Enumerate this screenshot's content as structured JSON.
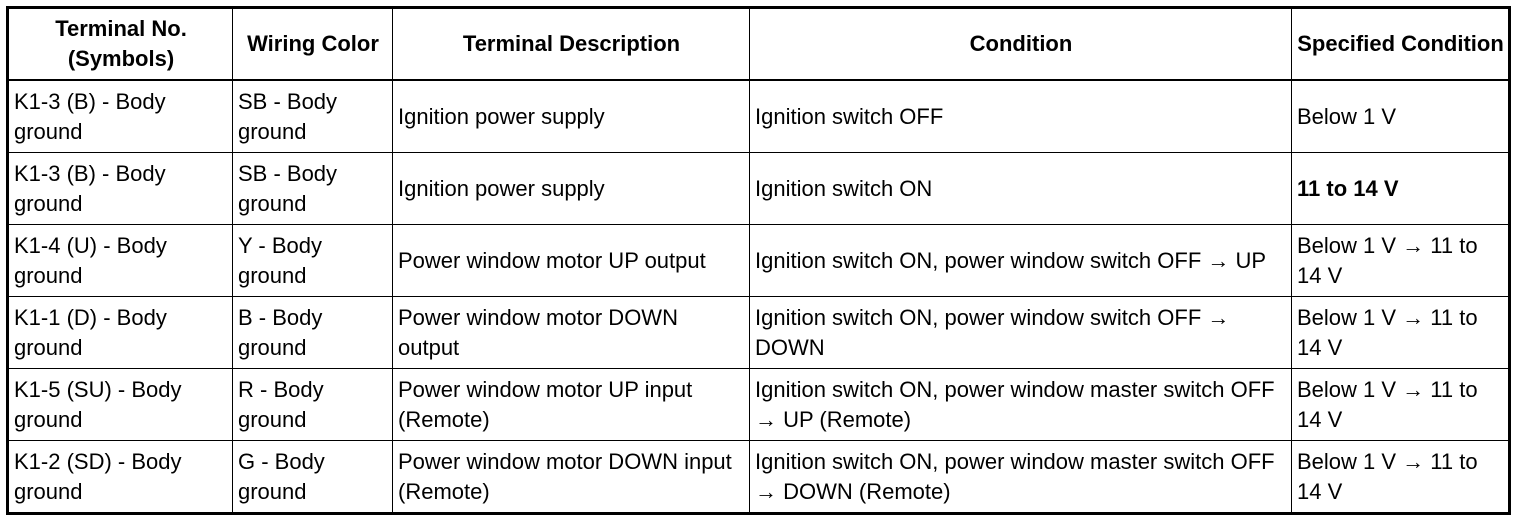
{
  "table": {
    "headers": [
      "Terminal No. (Symbols)",
      "Wiring Color",
      "Terminal Description",
      "Condition",
      "Specified Condition"
    ],
    "rows": [
      [
        "K1-3 (B) - Body ground",
        "SB - Body ground",
        "Ignition power supply",
        "Ignition switch OFF",
        "Below 1 V"
      ],
      [
        "K1-3 (B) - Body ground",
        "SB - Body ground",
        "Ignition power supply",
        "Ignition switch ON",
        "11 to 14 V"
      ],
      [
        "K1-4 (U) - Body ground",
        "Y - Body ground",
        "Power window motor UP output",
        "Ignition switch ON, power window switch OFF → UP",
        "Below 1 V → 11 to 14 V"
      ],
      [
        "K1-1 (D) - Body ground",
        "B - Body ground",
        "Power window motor DOWN output",
        "Ignition switch ON, power window switch OFF → DOWN",
        "Below 1 V → 11 to 14 V"
      ],
      [
        "K1-5 (SU) - Body ground",
        "R - Body ground",
        "Power window motor UP input (Remote)",
        "Ignition switch ON, power window master switch OFF → UP (Remote)",
        "Below 1 V → 11 to 14 V"
      ],
      [
        "K1-2 (SD) - Body ground",
        "G - Body ground",
        "Power window motor DOWN input (Remote)",
        "Ignition switch ON, power window master switch OFF → DOWN (Remote)",
        "Below 1 V → 11 to 14 V"
      ]
    ]
  }
}
